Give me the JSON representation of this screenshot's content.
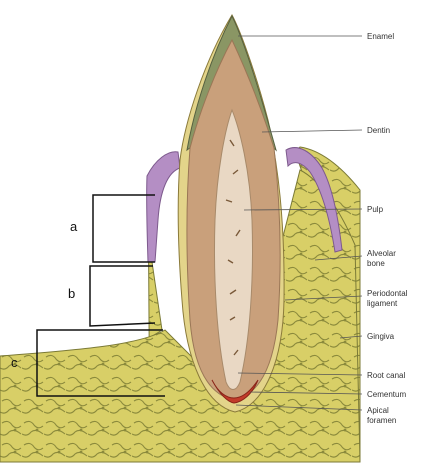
{
  "structures": [
    "Enamel",
    "Dentin",
    "Pulp",
    "Alveolar",
    "bone",
    "Periodontal",
    "ligament",
    "Gingiva",
    "Root canal",
    "Cementum",
    "Apical",
    "foramen"
  ],
  "zones": {
    "a": "a",
    "b": "b",
    "c": "c"
  },
  "colors": {
    "bone": "#d8cf67",
    "bone_pattern": "#8b8a3c",
    "gingiva": "#b48ec4",
    "enamel": "#8a9664",
    "dentin": "#c9a07b",
    "pulp": "#e9d8c4",
    "cementum": "#c23b2a"
  }
}
